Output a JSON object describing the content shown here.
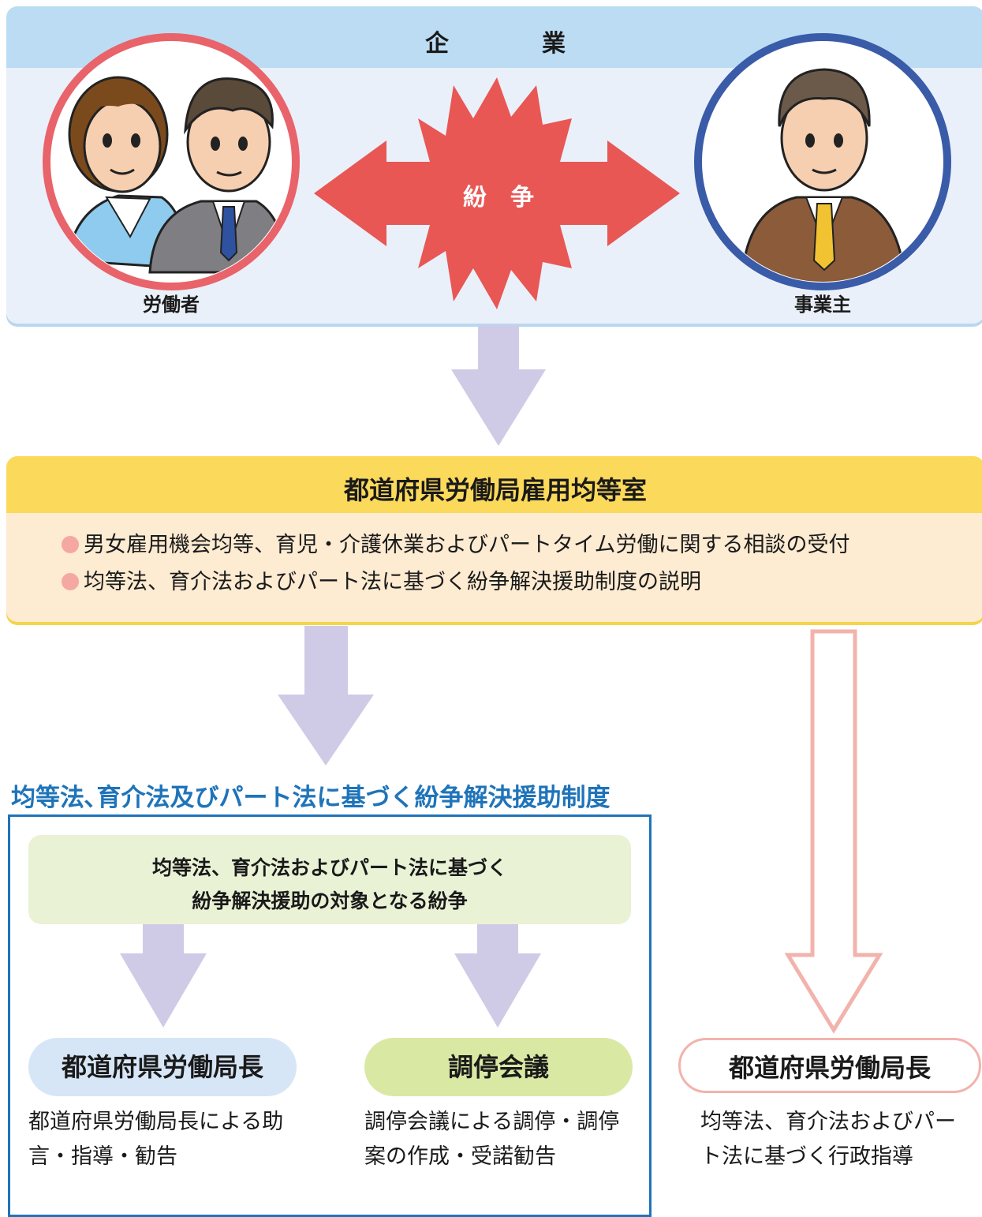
{
  "company": {
    "title": "企　業",
    "worker_label": "労働者",
    "employer_label": "事業主",
    "dispute_label": "紛　争"
  },
  "bureau": {
    "title": "都道府県労働局雇用均等室",
    "bullets": [
      "男女雇用機会均等、育児・介護休業およびパートタイム労働に関する相談の受付",
      "均等法、育介法およびパート法に基づく紛争解決援助制度の説明"
    ]
  },
  "system": {
    "title": "均等法､育介法及びパート法に基づく紛争解決援助制度",
    "target_line1": "均等法、育介法およびパート法に基づく",
    "target_line2": "紛争解決援助の対象となる紛争",
    "director": {
      "label": "都道府県労働局長",
      "desc_line1": "都道府県労働局長による助",
      "desc_line2": "言・指導・勧告"
    },
    "mediation": {
      "label": "調停会議",
      "desc_line1": "調停会議による調停・調停",
      "desc_line2": "案の作成・受諾勧告"
    }
  },
  "admin": {
    "label": "都道府県労働局長",
    "desc_line1": "均等法、育介法およびパー",
    "desc_line2": "ト法に基づく行政指導"
  },
  "colors": {
    "arrow_purple": "#cfcbe6",
    "arrow_outline_pink": "#f2b3ac",
    "dispute_red": "#e85754",
    "worker_ring": "#e9636a",
    "employer_ring": "#3a5ba8",
    "system_blue": "#1f74b9"
  }
}
